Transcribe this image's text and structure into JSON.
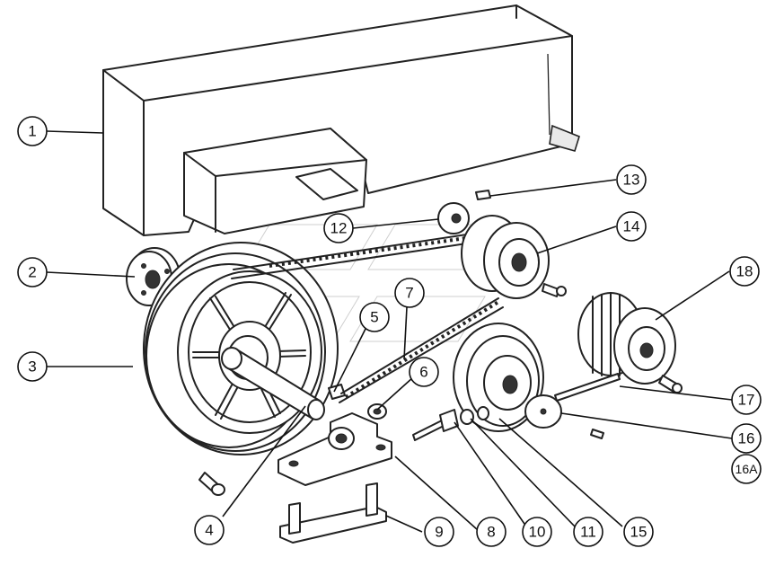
{
  "diagram": {
    "callouts": [
      {
        "id": "1",
        "label": "1"
      },
      {
        "id": "2",
        "label": "2"
      },
      {
        "id": "3",
        "label": "3"
      },
      {
        "id": "4",
        "label": "4"
      },
      {
        "id": "5",
        "label": "5"
      },
      {
        "id": "6",
        "label": "6"
      },
      {
        "id": "7",
        "label": "7"
      },
      {
        "id": "8",
        "label": "8"
      },
      {
        "id": "9",
        "label": "9"
      },
      {
        "id": "10",
        "label": "10"
      },
      {
        "id": "11",
        "label": "11"
      },
      {
        "id": "12",
        "label": "12"
      },
      {
        "id": "13",
        "label": "13"
      },
      {
        "id": "14",
        "label": "14"
      },
      {
        "id": "15",
        "label": "15"
      },
      {
        "id": "16",
        "label": "16"
      },
      {
        "id": "16A",
        "label": "16A"
      },
      {
        "id": "17",
        "label": "17"
      },
      {
        "id": "18",
        "label": "18"
      }
    ],
    "parts": [
      "belt-guard",
      "flange",
      "large-pulley",
      "drive-shaft",
      "key",
      "washer",
      "chain",
      "pillow-block-bearing",
      "mounting-bracket",
      "tension-nut",
      "spacer",
      "sprocket",
      "sprocket-14",
      "pulley-18",
      "tension-rod",
      "disc"
    ]
  }
}
